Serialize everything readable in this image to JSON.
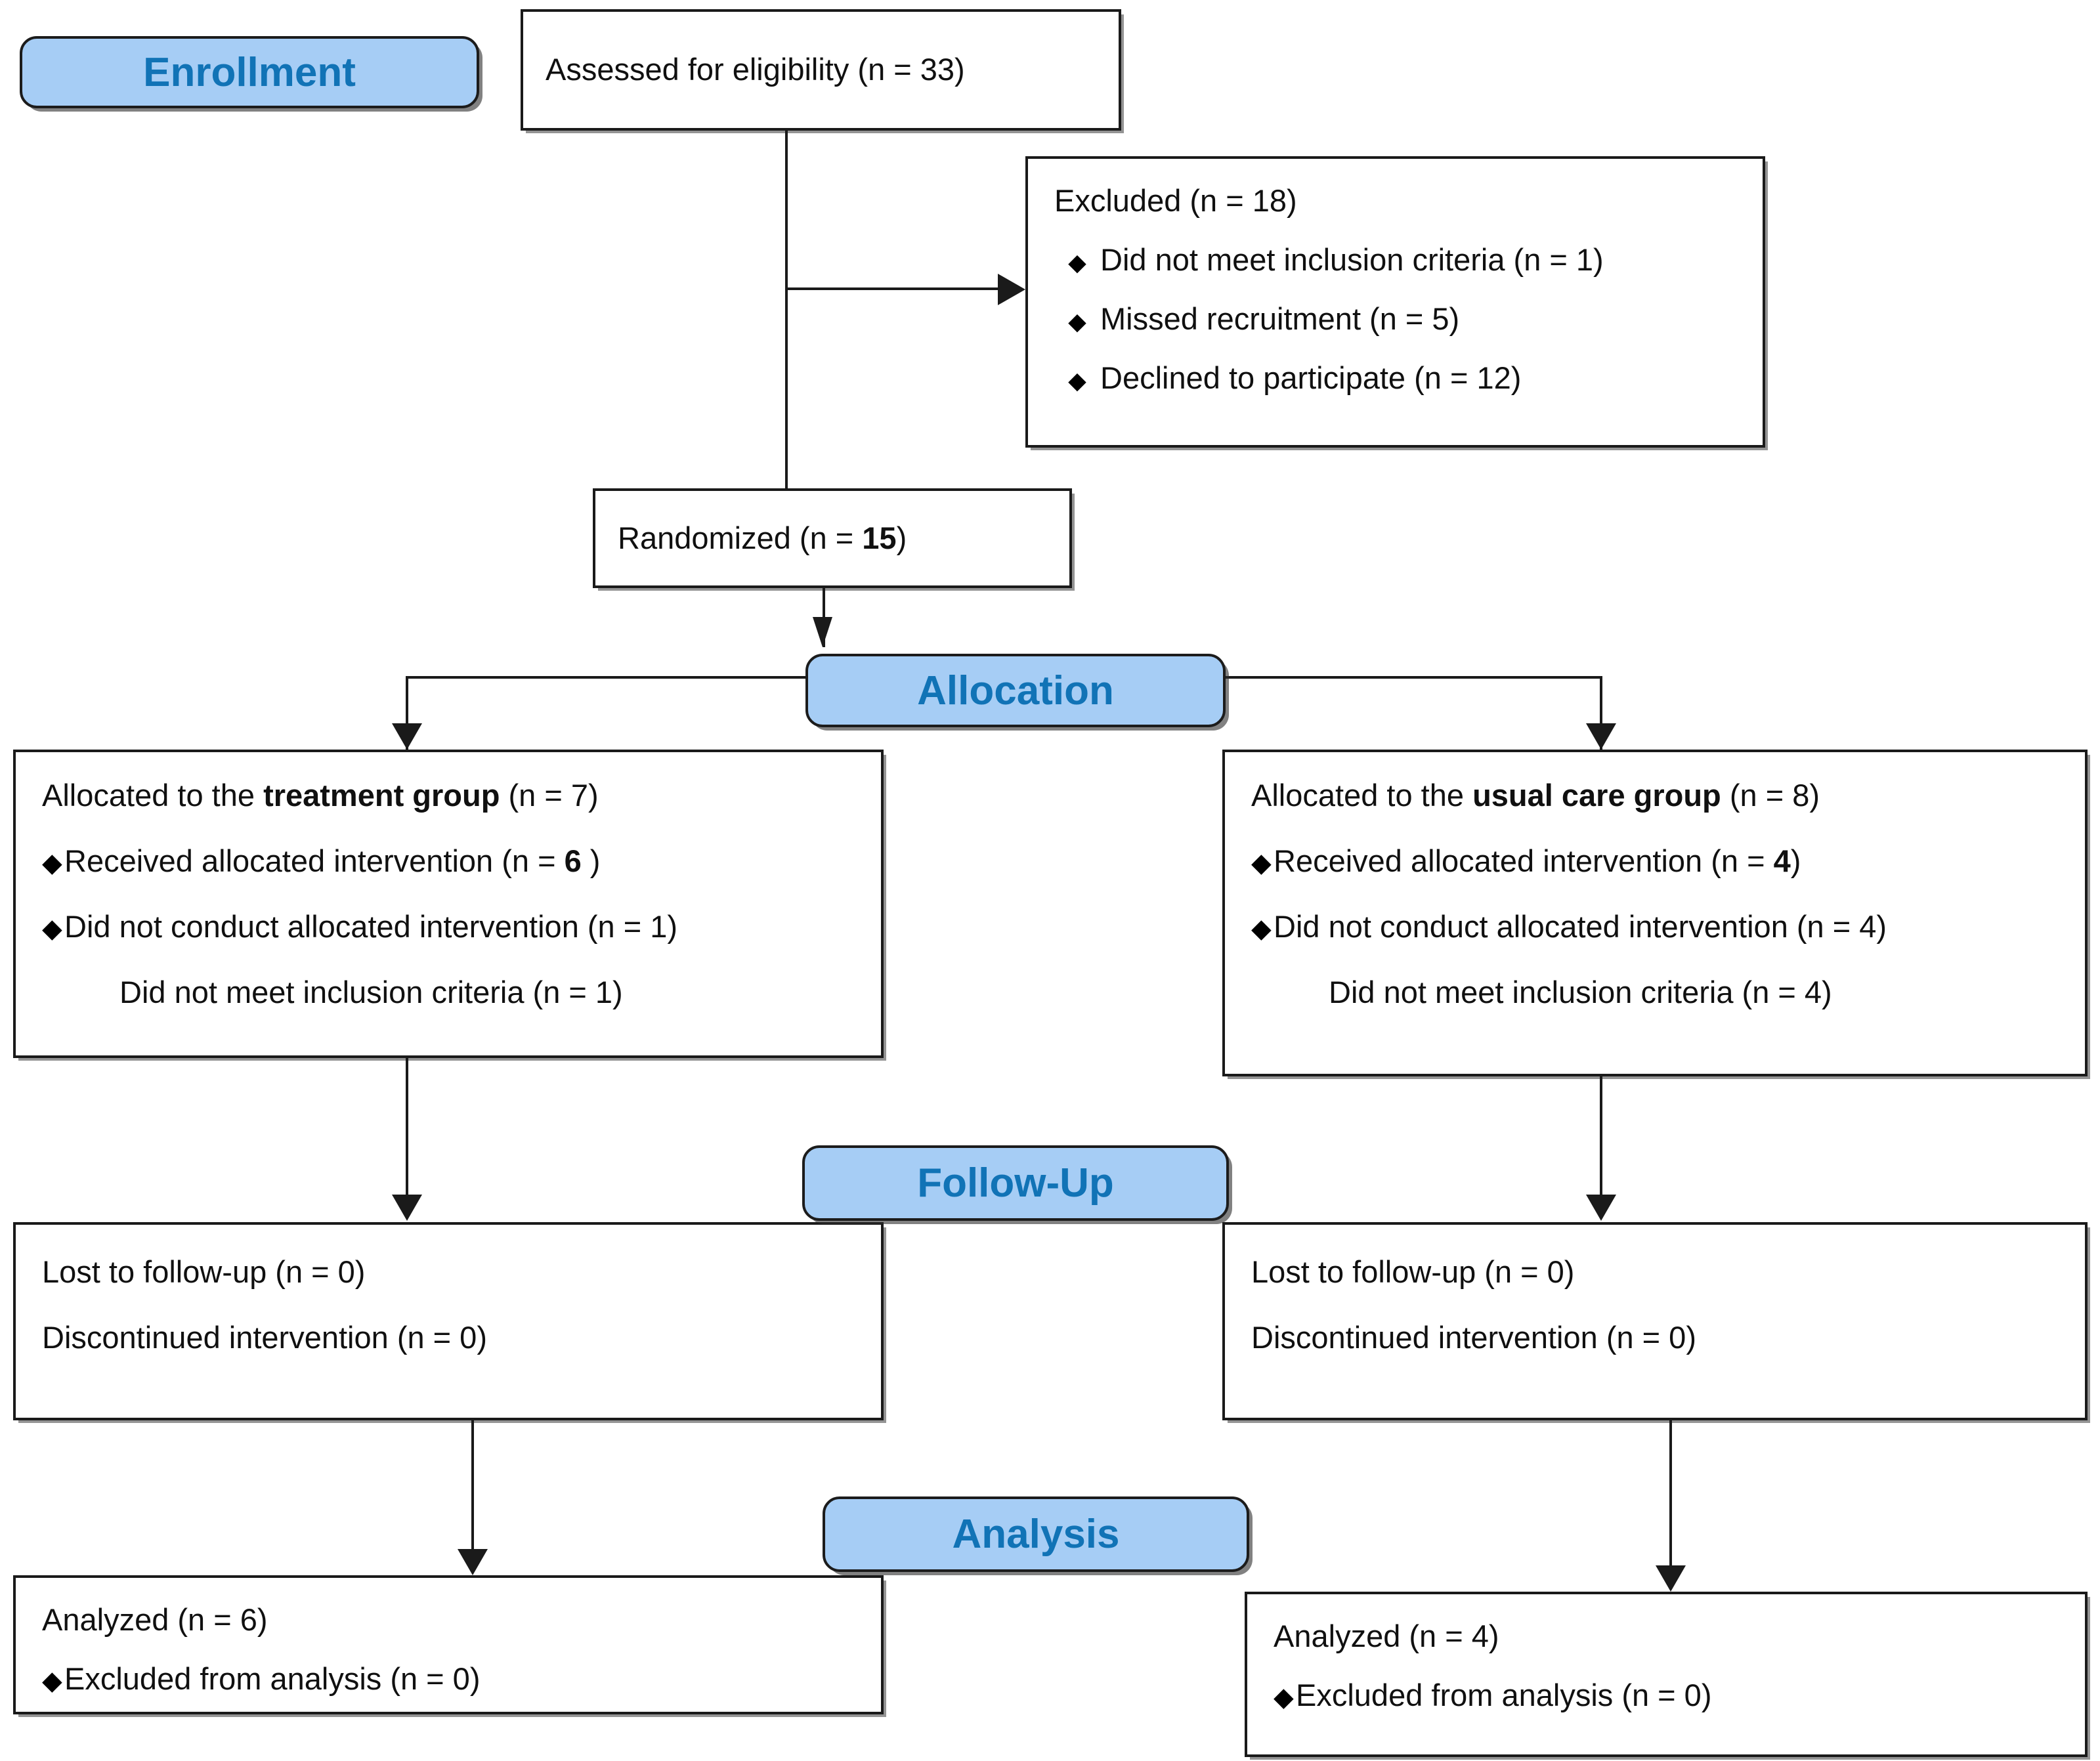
{
  "diagram": {
    "title": "CONSORT participant flow diagram",
    "colors": {
      "pill_fill": "#A6CDF5",
      "pill_text": "#1173B6",
      "box_border": "#1a1a1a",
      "box_fill": "#ffffff",
      "text": "#101010"
    },
    "bullet_glyph": "♦"
  },
  "phases": {
    "enrollment": "Enrollment",
    "allocation": "Allocation",
    "followup": "Follow-Up",
    "analysis": "Analysis"
  },
  "enrollment": {
    "assessed": "Assessed for eligibility (n = 33)",
    "excluded_title": "Excluded (n = 18)",
    "excluded_reasons": [
      "Did not meet inclusion criteria (n = 1)",
      "Missed recruitment (n = 5)",
      "Declined to participate (n = 12)"
    ],
    "randomized_prefix": "Randomized (n = ",
    "randomized_value": "15",
    "randomized_suffix": ")"
  },
  "allocation": {
    "left": {
      "title_prefix": "Allocated to the ",
      "title_group": "treatment group",
      "title_suffix": " (n = 7)",
      "received_prefix": "Received allocated intervention (n = ",
      "received_value": "6",
      "received_suffix": " )",
      "not_conducted": "Did not conduct allocated intervention (n = 1)",
      "not_conducted_reason": "Did not meet inclusion criteria (n = 1)"
    },
    "right": {
      "title_prefix": "Allocated to the ",
      "title_group": "usual care group",
      "title_suffix": " (n = 8)",
      "received_prefix": "Received allocated intervention (n = ",
      "received_value": "4",
      "received_suffix": ")",
      "not_conducted": "Did not conduct allocated intervention (n = 4)",
      "not_conducted_reason": "Did not meet inclusion criteria (n = 4)"
    }
  },
  "followup": {
    "left": {
      "lost": "Lost to follow-up (n = 0)",
      "discontinued": "Discontinued intervention (n = 0)"
    },
    "right": {
      "lost": "Lost to follow-up (n = 0)",
      "discontinued": "Discontinued intervention (n = 0)"
    }
  },
  "analysis": {
    "left": {
      "analyzed": "Analyzed (n = 6)",
      "excluded": "Excluded from analysis (n = 0)"
    },
    "right": {
      "analyzed": "Analyzed (n = 4)",
      "excluded": "Excluded from analysis (n = 0)"
    }
  }
}
